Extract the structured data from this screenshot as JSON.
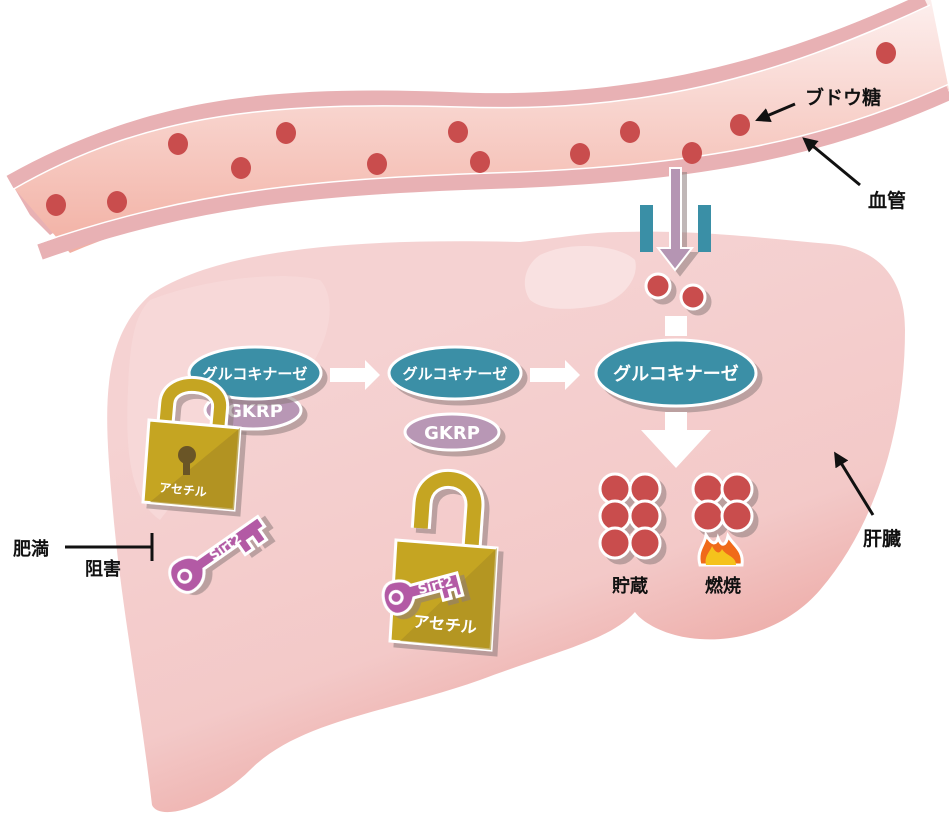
{
  "colors": {
    "vessel_wall": "#e8b1b4",
    "vessel_inner": "#fbe3e1",
    "vessel_inner_bottom": "#f2b3a6",
    "glucose": "#c94d4d",
    "liver_light": "#f5d1d1",
    "liver_dark": "#e8958d",
    "enzyme": "#3a8fa6",
    "gkrp": "#b897b5",
    "lock_gold": "#c5a520",
    "lock_shade": "#a98c22",
    "key_purple": "#b35aa5",
    "transporter": "#3a8fa6",
    "arrow_purple": "#b595b3",
    "label_text": "#111111",
    "flame_orange": "#f06a1a",
    "flame_yellow": "#f5c21c"
  },
  "labels": {
    "glucose": "ブドウ糖",
    "blood_vessel": "血管",
    "liver": "肝臓",
    "obesity": "肥満",
    "inhibition": "阻害",
    "storage": "貯蔵",
    "combustion": "燃焼"
  },
  "stages": [
    {
      "enzyme": "グルコキナーゼ",
      "partner": "GKRP",
      "lock_state": "locked",
      "lock_label": "アセチル",
      "key_label": "Sirt2"
    },
    {
      "enzyme": "グルコキナーゼ",
      "partner": "GKRP",
      "lock_state": "unlocked",
      "lock_label": "アセチル",
      "key_label": "Sirt2"
    },
    {
      "enzyme": "グルコキナーゼ",
      "lock_state": "free"
    }
  ]
}
